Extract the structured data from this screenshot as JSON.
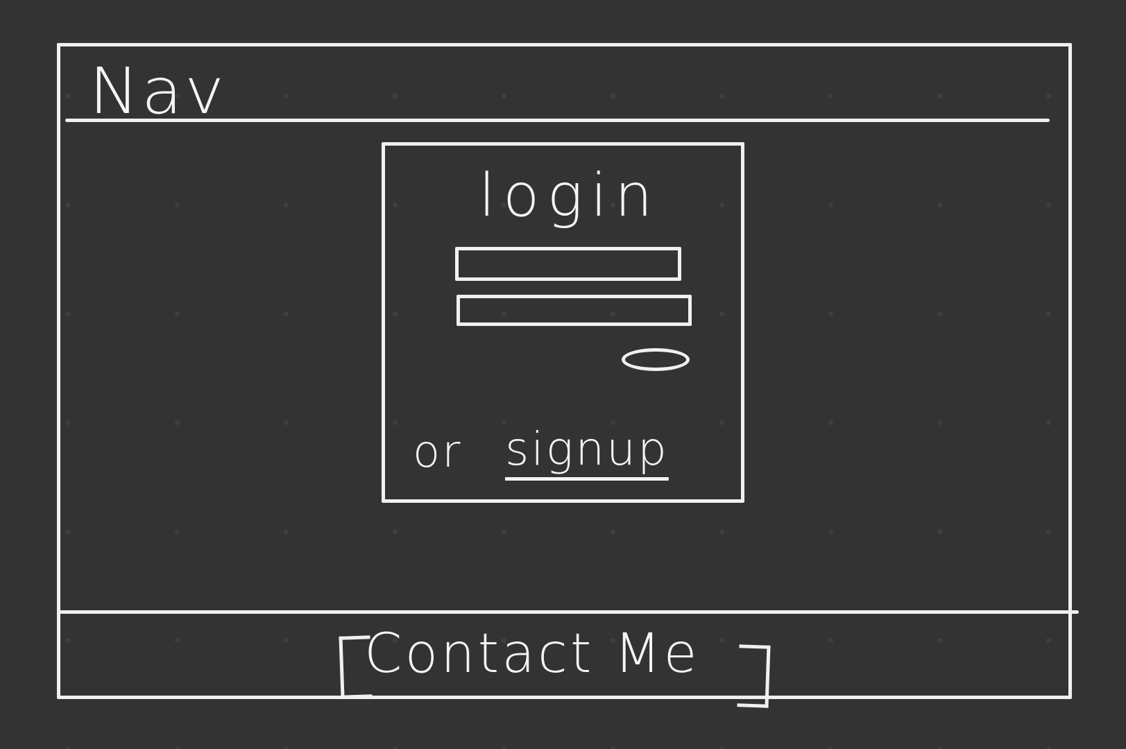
{
  "nav": {
    "label": "Nav"
  },
  "login": {
    "title": "login",
    "or_text": "or",
    "signup_link": "signup"
  },
  "footer": {
    "contact_label": "Contact Me"
  },
  "colors": {
    "background": "#333333",
    "sketch": "#f0f0f0"
  }
}
